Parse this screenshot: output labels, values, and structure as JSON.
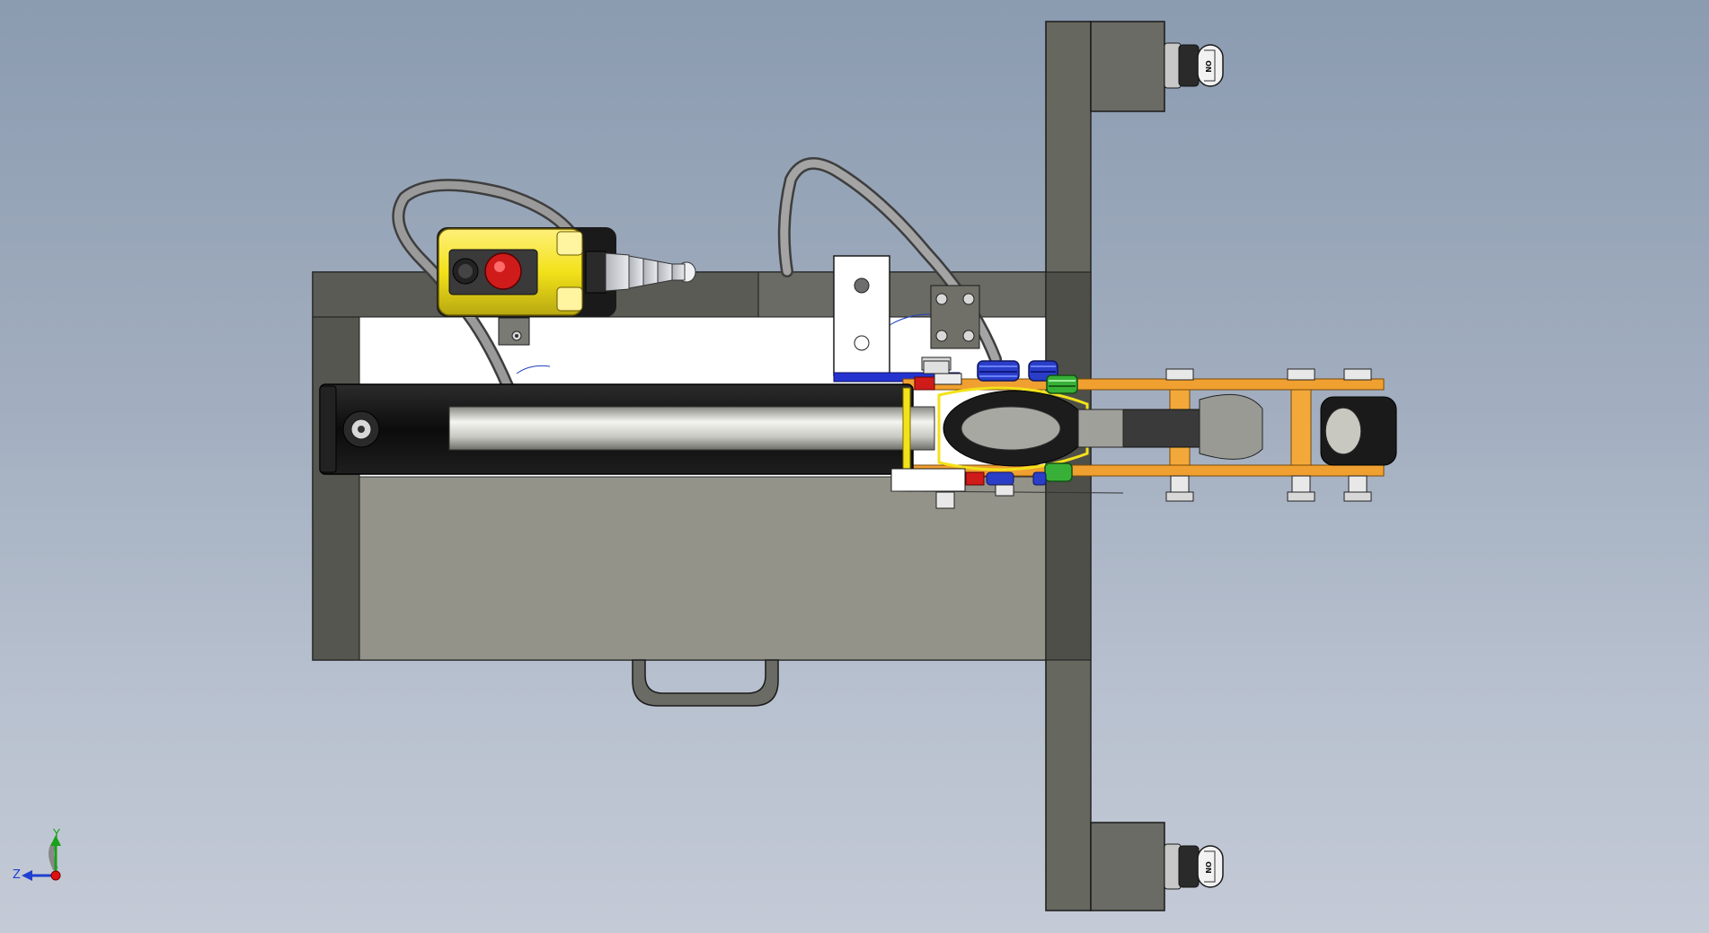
{
  "view": {
    "background_top": "#8b9bb0",
    "background_bottom": "#c4cad6"
  },
  "triad": {
    "y_label": "Y",
    "z_label": "Z",
    "y_color": "#1aa01a",
    "z_color": "#1f3fd0",
    "x_color": "#e01010"
  },
  "casters": {
    "top_label": "ON",
    "bottom_label": "ON"
  },
  "colors": {
    "frame_dark": "#5f605a",
    "plate_gray": "#93938a",
    "pendant_yellow": "#f2e21a",
    "estop_red": "#d01b1b",
    "link_orange": "#f0a030",
    "spring_blue": "#2a3ec8",
    "spring_green": "#38b038",
    "cylinder_black": "#161616",
    "rod_chrome": "#dcdcd6",
    "bracket_blue": "#2433d0"
  },
  "parts": [
    "base-frame",
    "vertical-post",
    "hydraulic-cylinder",
    "control-pendant",
    "hydraulic-hoses",
    "link-arm",
    "carry-handle",
    "casters"
  ]
}
